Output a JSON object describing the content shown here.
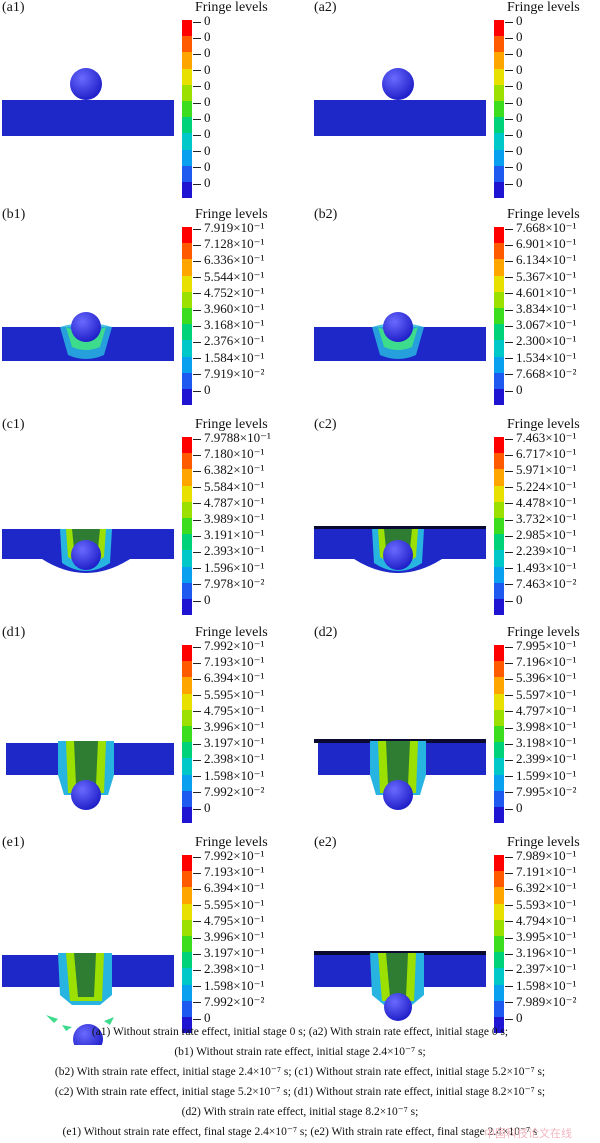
{
  "panels": [
    {
      "label": "(a1)",
      "title": "Fringe levels",
      "levels": [
        "0",
        "0",
        "0",
        "0",
        "0",
        "0",
        "0",
        "0",
        "0",
        "0",
        "0"
      ],
      "stage": "initial"
    },
    {
      "label": "(a2)",
      "title": "Fringe levels",
      "levels": [
        "0",
        "0",
        "0",
        "0",
        "0",
        "0",
        "0",
        "0",
        "0",
        "0",
        "0"
      ],
      "stage": "initial"
    },
    {
      "label": "(b1)",
      "title": "Fringe levels",
      "levels": [
        "7.919×10⁻¹",
        "7.128×10⁻¹",
        "6.336×10⁻¹",
        "5.544×10⁻¹",
        "4.752×10⁻¹",
        "3.960×10⁻¹",
        "3.168×10⁻¹",
        "2.376×10⁻¹",
        "1.584×10⁻¹",
        "7.919×10⁻²",
        "0"
      ],
      "stage": "contact"
    },
    {
      "label": "(b2)",
      "title": "Fringe levels",
      "levels": [
        "7.668×10⁻¹",
        "6.901×10⁻¹",
        "6.134×10⁻¹",
        "5.367×10⁻¹",
        "4.601×10⁻¹",
        "3.834×10⁻¹",
        "3.067×10⁻¹",
        "2.300×10⁻¹",
        "1.534×10⁻¹",
        "7.668×10⁻²",
        "0"
      ],
      "stage": "contact"
    },
    {
      "label": "(c1)",
      "title": "Fringe levels",
      "levels": [
        "7.9788×10⁻¹",
        "7.180×10⁻¹",
        "6.382×10⁻¹",
        "5.584×10⁻¹",
        "4.787×10⁻¹",
        "3.989×10⁻¹",
        "3.191×10⁻¹",
        "2.393×10⁻¹",
        "1.596×10⁻¹",
        "7.978×10⁻²",
        "0"
      ],
      "stage": "penetrate"
    },
    {
      "label": "(c2)",
      "title": "Fringe levels",
      "levels": [
        "7.463×10⁻¹",
        "6.717×10⁻¹",
        "5.971×10⁻¹",
        "5.224×10⁻¹",
        "4.478×10⁻¹",
        "3.732×10⁻¹",
        "2.985×10⁻¹",
        "2.239×10⁻¹",
        "1.493×10⁻¹",
        "7.463×10⁻²",
        "0"
      ],
      "stage": "penetrate"
    },
    {
      "label": "(d1)",
      "title": "Fringe levels",
      "levels": [
        "7.992×10⁻¹",
        "7.193×10⁻¹",
        "6.394×10⁻¹",
        "5.595×10⁻¹",
        "4.795×10⁻¹",
        "3.996×10⁻¹",
        "3.197×10⁻¹",
        "2.398×10⁻¹",
        "1.598×10⁻¹",
        "7.992×10⁻²",
        "0"
      ],
      "stage": "exit"
    },
    {
      "label": "(d2)",
      "title": "Fringe levels",
      "levels": [
        "7.995×10⁻¹",
        "7.196×10⁻¹",
        "5.396×10⁻¹",
        "5.597×10⁻¹",
        "4.797×10⁻¹",
        "3.998×10⁻¹",
        "3.198×10⁻¹",
        "2.399×10⁻¹",
        "1.599×10⁻¹",
        "7.995×10⁻²",
        "0"
      ],
      "stage": "exit"
    },
    {
      "label": "(e1)",
      "title": "Fringe levels",
      "levels": [
        "7.992×10⁻¹",
        "7.193×10⁻¹",
        "6.394×10⁻¹",
        "5.595×10⁻¹",
        "4.795×10⁻¹",
        "3.996×10⁻¹",
        "3.197×10⁻¹",
        "2.398×10⁻¹",
        "1.598×10⁻¹",
        "7.992×10⁻²",
        "0"
      ],
      "stage": "final"
    },
    {
      "label": "(e2)",
      "title": "Fringe levels",
      "levels": [
        "7.989×10⁻¹",
        "7.191×10⁻¹",
        "6.392×10⁻¹",
        "5.593×10⁻¹",
        "4.794×10⁻¹",
        "3.995×10⁻¹",
        "3.196×10⁻¹",
        "2.397×10⁻¹",
        "1.598×10⁻¹",
        "7.989×10⁻²",
        "0"
      ],
      "stage": "final"
    }
  ],
  "colorbar": [
    "#ff0000",
    "#ff5a00",
    "#ffa500",
    "#e8e000",
    "#9be000",
    "#3cdc1e",
    "#00d27a",
    "#00c8c8",
    "#0aa0f0",
    "#1e5af0",
    "#1e14d2"
  ],
  "plate_color": "#1e28c8",
  "sphere_color": "#1e1ec8",
  "caption": [
    "(a1) Without strain rate effect, initial stage 0 s; (a2) With strain rate effect, initial stage 0 s;",
    "(b1) Without strain rate effect, initial stage 2.4×10⁻⁷ s;",
    "(b2) With strain rate effect, initial stage 2.4×10⁻⁷ s; (c1) Without strain rate effect, initial stage 5.2×10⁻⁷ s;",
    "(c2) With strain rate effect,  initial stage 5.2×10⁻⁷ s; (d1) Without strain rate effect, initial stage 8.2×10⁻⁷ s;",
    "(d2) With strain rate effect, initial stage 8.2×10⁻⁷ s;",
    "(e1) Without strain rate effect, final stage 2.4×10⁻⁷ s; (e2) With strain rate effect, final stage 2.4×10⁻⁷ s"
  ],
  "watermark": "中国科技论文在线"
}
